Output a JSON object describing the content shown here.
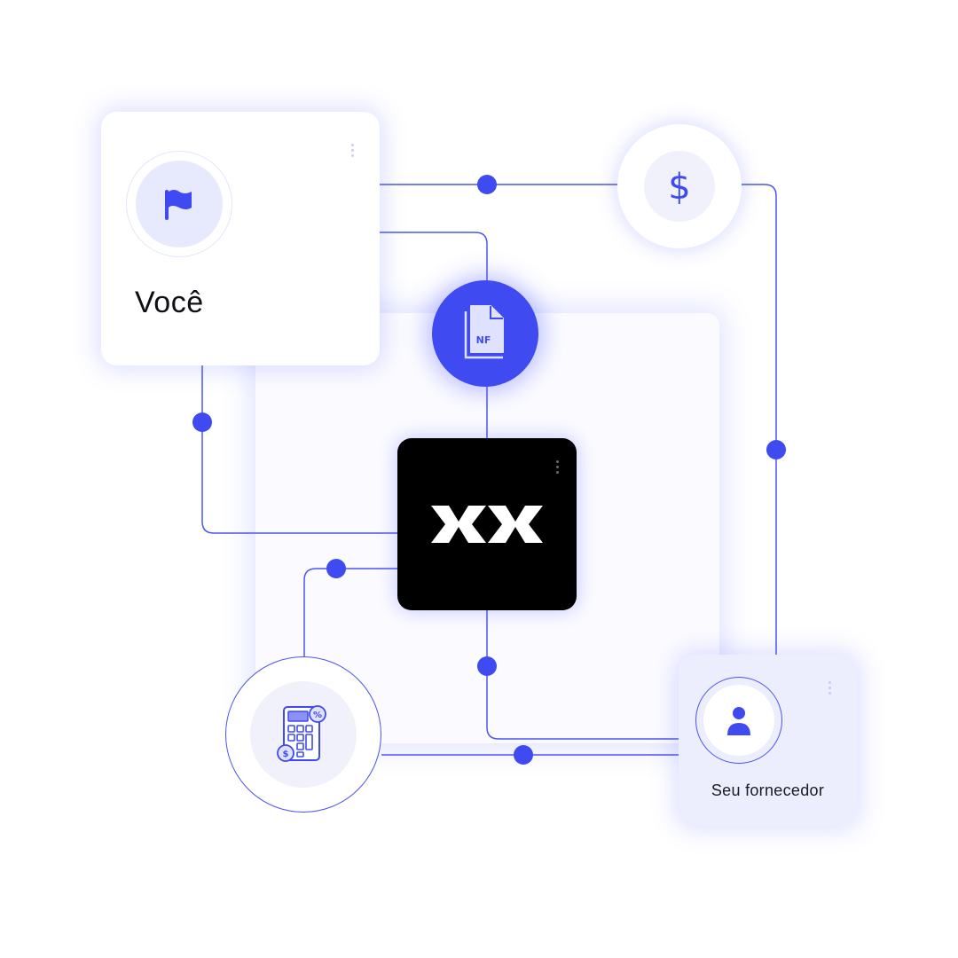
{
  "diagram": {
    "you_card": {
      "label": "Você",
      "icon": "flag-icon"
    },
    "supplier_card": {
      "label": "Seu fornecedor",
      "icon": "person-icon"
    },
    "center_card": {
      "logo_text": "XX"
    },
    "dollar_node": {
      "symbol": "$",
      "icon": "dollar-icon"
    },
    "nf_node": {
      "badge": "NF",
      "icon": "invoice-document-icon"
    },
    "calculator_node": {
      "percent": "%",
      "dollar": "$",
      "icon": "calculator-icon"
    }
  },
  "colors": {
    "accent": "#3f4bf0",
    "line": "#4b55f0",
    "card": "#ffffff",
    "supplier_card": "#eceefe",
    "center_card": "#000000"
  }
}
